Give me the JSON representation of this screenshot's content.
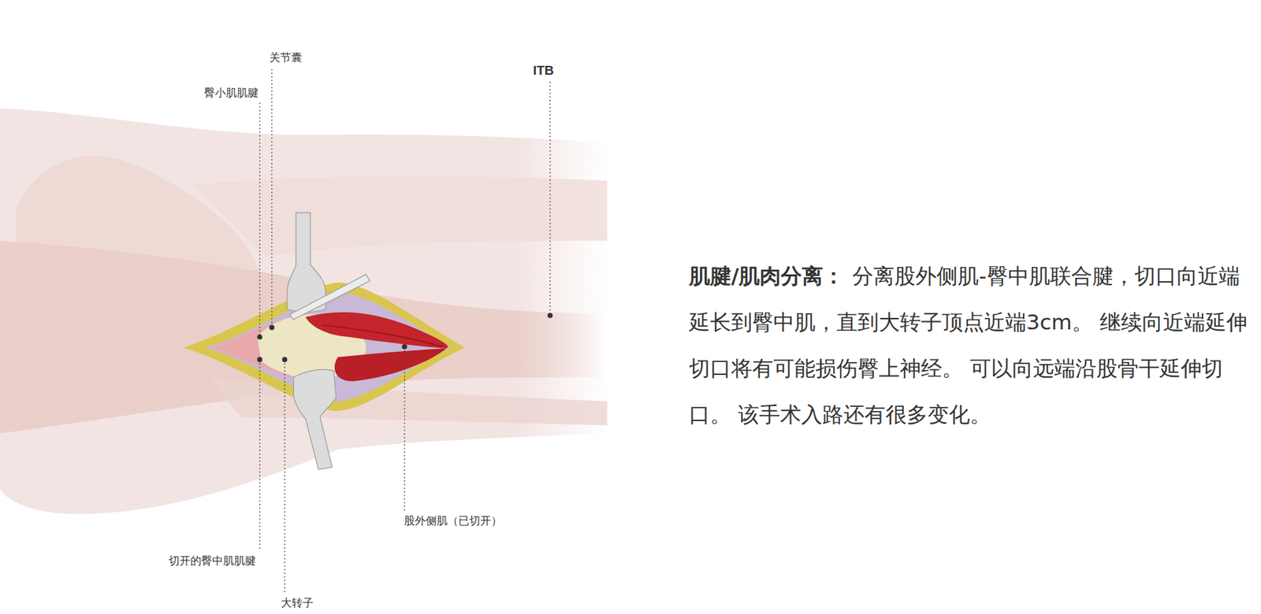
{
  "diagram": {
    "labels": [
      "关节囊",
      "臀小肌肌腱",
      "ITB",
      "切开的臀中肌肌腱",
      "大转子",
      "股外侧肌（已切开）",
      "肌腱/肌肉分离：",
      "分离股外侧肌-臀中肌联合腱，切口向近端延长到臀中肌，直到大转子顶点近端3cm。 继续向近端延伸切口将有可能损伤臀上神经。 可以向远端沿股骨干延伸切口。 该手术入路还有很多变化。"
    ]
  }
}
